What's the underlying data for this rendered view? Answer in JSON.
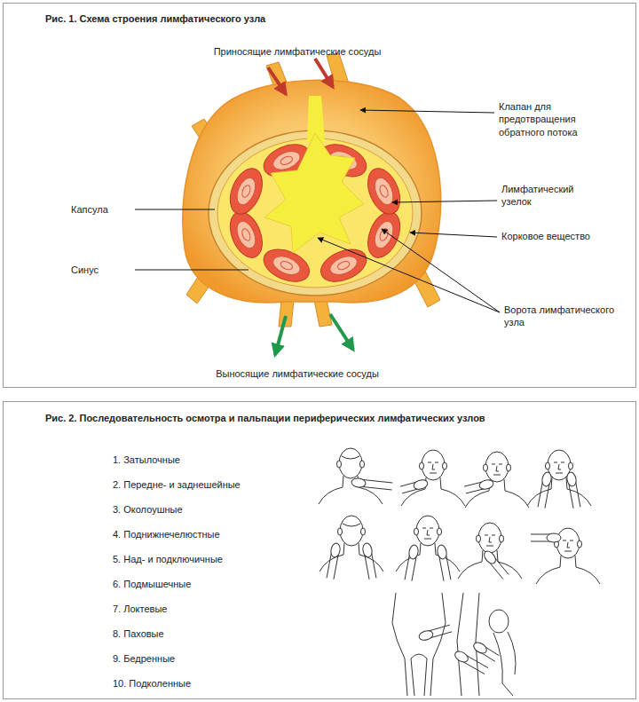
{
  "diagram": {
    "nodes": [
      {
        "text": [
          "Рис. 1. Схема строения лимфатического узла"
        ]
      },
      {
        "text": [
          "Рис. 2. Последовательность осмотра и пальпации периферических лимфатических узлов"
        ]
      }
    ],
    "labels": [
      "Приносящие лимфатические сосуды",
      "Клапан для предотвращения обратного потока",
      "Капсула",
      "Лимфатический узелок",
      "Корковое вещество",
      "Синус",
      "Ворота лимфатического узла",
      "Выносящие лимфатические сосуды",
      "1. Затылочные",
      "2. Передне- и заднешейные",
      "3. Околоушные",
      "4. Поднижнечелюстные",
      "5. Над- и подключичные",
      "6. Подмышечные",
      "7. Локтевые",
      "8. Паховые",
      "9. Бедренные",
      "10. Подколенные"
    ]
  }
}
